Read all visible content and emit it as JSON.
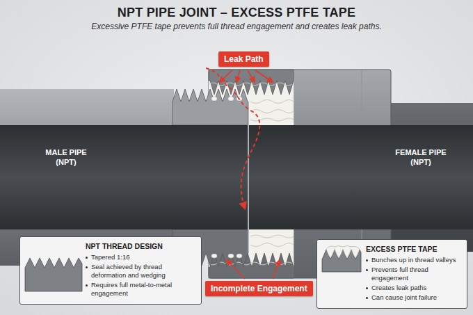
{
  "diagram": {
    "title": "NPT PIPE JOINT – EXCESS PTFE TAPE",
    "caption": "Excessive PTFE tape prevents full thread engagement and creates leak paths.",
    "nodes": [
      {
        "text": [
          "Leak Path"
        ]
      },
      {
        "text": [
          "Incomplete Engagement"
        ]
      },
      {
        "text": [
          "NPT THREAD DESIGN",
          "Tapered 1:16",
          "Seal achieved by thread deformation and wedging",
          "Requires full metal-to-metal engagement"
        ]
      },
      {
        "text": [
          "EXCESS PTFE TAPE",
          "Bunches up in thread valleys",
          "Prevents full thread engagement",
          "Creates leak paths",
          "Can cause joint failure"
        ]
      }
    ],
    "labels": [
      "MALE PIPE (NPT)",
      "FEMALE PIPE (NPT)"
    ]
  }
}
